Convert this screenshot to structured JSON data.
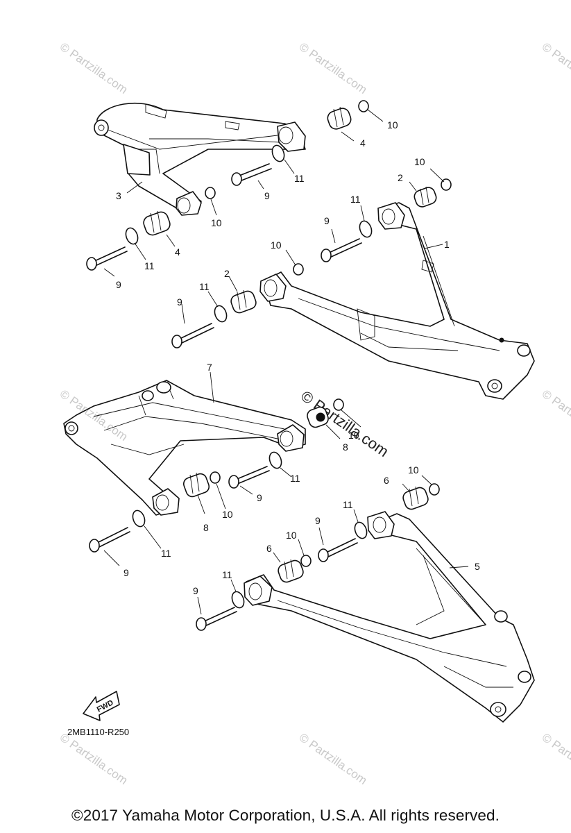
{
  "diagram": {
    "diagram_code": "2MB1110-R250",
    "fwd_label": "FWD",
    "copyright": "©2017  Yamaha Motor Corporation, U.S.A. All rights reserved.",
    "watermark": "© Partzilla.com",
    "watermark_center": "© Partzilla.com",
    "callouts": {
      "c1": "1",
      "c2a": "2",
      "c2b": "2",
      "c3": "3",
      "c4a": "4",
      "c4b": "4",
      "c5": "5",
      "c6a": "6",
      "c6b": "6",
      "c7": "7",
      "c8a": "8",
      "c8b": "8",
      "c9a": "9",
      "c9b": "9",
      "c9c": "9",
      "c9d": "9",
      "c9e": "9",
      "c9f": "9",
      "c9g": "9",
      "c10a": "10",
      "c10b": "10",
      "c10c": "10",
      "c10d": "10",
      "c10e": "10",
      "c10f": "10",
      "c10g": "10",
      "c10h": "10",
      "c11a": "11",
      "c11b": "11",
      "c11c": "11",
      "c11d": "11",
      "c11e": "11",
      "c11f": "11",
      "c11g": "11"
    }
  }
}
